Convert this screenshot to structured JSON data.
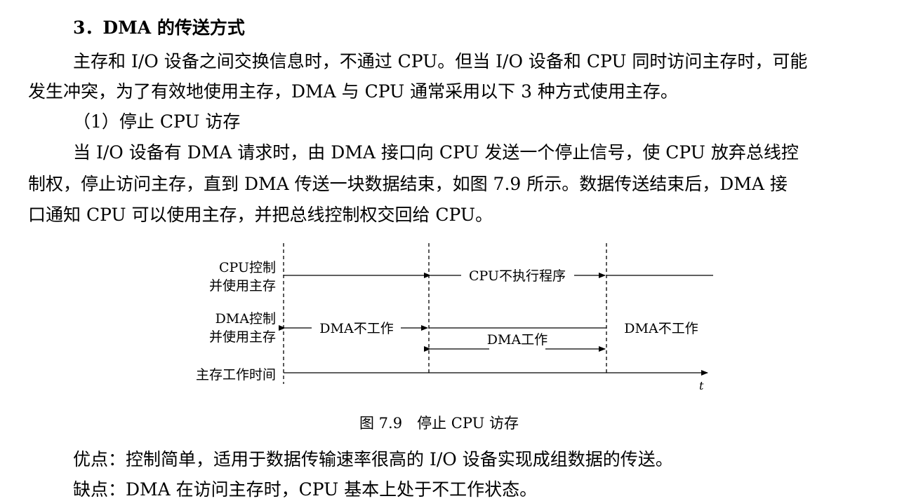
{
  "heading": "3．DMA 的传送方式",
  "intro": {
    "line1": "主存和 I/O 设备之间交换信息时，不通过 CPU。但当 I/O 设备和 CPU 同时访问主存时，可能",
    "line2": "发生冲突，为了有效地使用主存，DMA 与 CPU 通常采用以下 3 种方式使用主存。"
  },
  "section": {
    "title": "（1）停止 CPU 访存",
    "line1": "当 I/O 设备有 DMA 请求时，由 DMA 接口向 CPU 发送一个停止信号，使 CPU 放弃总线控",
    "line2": "制权，停止访问主存，直到 DMA 传送一块数据结束，如图 7.9 所示。数据传送结束后，DMA 接",
    "line3": "口通知 CPU 可以使用主存，并把总线控制权交回给 CPU。"
  },
  "figure": {
    "row_cpu": [
      "CPU控制",
      "并使用主存"
    ],
    "row_dma": [
      "DMA控制",
      "并使用主存"
    ],
    "row_mem": "主存工作时间",
    "cpu_not_exec": "CPU不执行程序",
    "dma_idle_left": "DMA不工作",
    "dma_idle_right": "DMA不工作",
    "dma_work": "DMA工作",
    "axis_t": "t",
    "caption": "图 7.9　停止 CPU 访存"
  },
  "pros": "优点：控制简单，适用于数据传输速率很高的 I/O 设备实现成组数据的传送。",
  "cons": "缺点：DMA 在访问主存时，CPU 基本上处于不工作状态。"
}
